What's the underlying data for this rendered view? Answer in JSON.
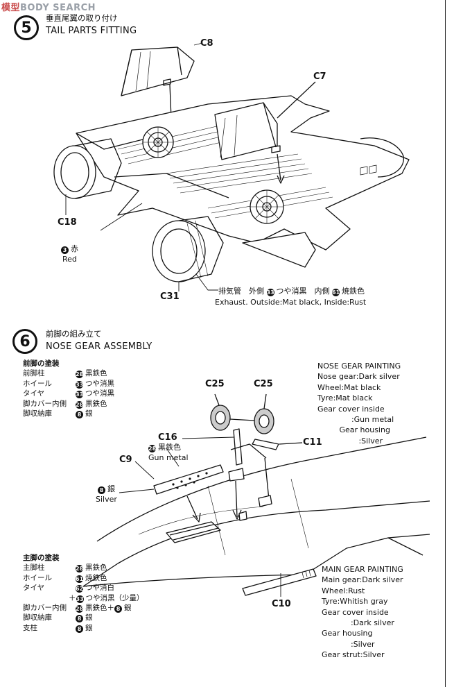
{
  "watermark": {
    "part1": "模型",
    "part2": "BODY SEARCH"
  },
  "step5": {
    "number": "5",
    "title_jp": "垂直尾翼の取り付け",
    "title_en": "TAIL PARTS FITTING",
    "labels": {
      "c8": "C8",
      "c7": "C7",
      "c18": "C18",
      "c31": "C31"
    },
    "red_note": {
      "num": "3",
      "jp": "赤",
      "en": "Red"
    },
    "exhaust_jp": {
      "text1": "排気管　外側",
      "num1": "33",
      "text2": "つや消黒　内側",
      "num2": "61",
      "text3": "焼鉄色"
    },
    "exhaust_en": "Exhaust. Outside:Mat black, Inside:Rust"
  },
  "step6": {
    "number": "6",
    "title_jp": "前脚の組み立て",
    "title_en": "NOSE GEAR ASSEMBLY",
    "nose_table_title": "前脚の塗装",
    "nose_table": [
      {
        "part": "前脚柱",
        "num": "28",
        "color": "黒鉄色"
      },
      {
        "part": "ホイール",
        "num": "33",
        "color": "つや消黒"
      },
      {
        "part": "タイヤ",
        "num": "33",
        "color": "つや消黒"
      },
      {
        "part": "脚カバー内側",
        "num": "28",
        "color": "黒鉄色"
      },
      {
        "part": "脚収納庫",
        "num": "8",
        "color": "銀"
      }
    ],
    "nose_painting_en": "NOSE GEAR PAINTING\nNose gear:Dark silver\nWheel:Mat black\nTyre:Mat black\nGear cover inside\n              :Gun metal\n         Gear housing\n                 :Silver",
    "labels": {
      "c25a": "C25",
      "c25b": "C25",
      "c16": "C16",
      "c11": "C11",
      "c9": "C9",
      "c10": "C10"
    },
    "gunmetal_note": {
      "num": "28",
      "jp": "黒鉄色",
      "en": "Gun metal"
    },
    "silver_note": {
      "num": "8",
      "jp": "銀",
      "en": "Silver"
    },
    "main_table_title": "主脚の塗装",
    "main_table": [
      {
        "part": "主脚柱",
        "num": "28",
        "color": "黒鉄色"
      },
      {
        "part": "ホイール",
        "num": "61",
        "color": "焼鉄色"
      },
      {
        "part": "タイヤ",
        "num": "62",
        "color": "つや消白"
      },
      {
        "part": "",
        "prefix": "＋",
        "num": "33",
        "color": "つや消黒（少量）"
      },
      {
        "part": "脚カバー内側",
        "num": "28",
        "color": "黒鉄色＋",
        "num2": "8",
        "color2": "銀"
      },
      {
        "part": "脚収納庫",
        "num": "8",
        "color": "銀"
      },
      {
        "part": "支柱",
        "num": "8",
        "color": "銀"
      }
    ],
    "main_painting_en": "MAIN GEAR PAINTING\nMain gear:Dark silver\nWheel:Rust\nTyre:Whitish gray\nGear cover inside\n            :Dark silver\nGear housing\n            :Silver\nGear strut:Silver"
  }
}
